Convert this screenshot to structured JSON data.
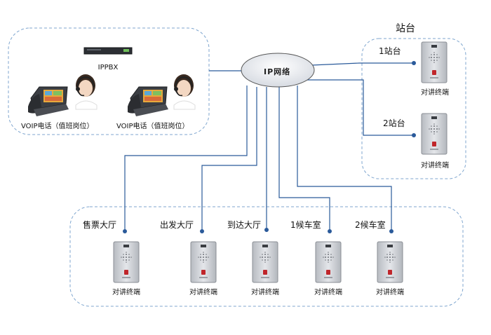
{
  "cloud": {
    "label": "IP网络"
  },
  "ippbx": {
    "label": "IPPBX"
  },
  "voip": [
    {
      "label": "VOIP电话（值班岗位）"
    },
    {
      "label": "VOIP电话（值班岗位）"
    }
  ],
  "station": {
    "title": "站台",
    "items": [
      {
        "name": "1站台",
        "caption": "对讲终端"
      },
      {
        "name": "2站台",
        "caption": "对讲终端"
      }
    ]
  },
  "halls": [
    {
      "name": "售票大厅",
      "caption": "对讲终端"
    },
    {
      "name": "出发大厅",
      "caption": "对讲终端"
    },
    {
      "name": "到达大厅",
      "caption": "对讲终端"
    },
    {
      "name": "1候车室",
      "caption": "对讲终端"
    },
    {
      "name": "2候车室",
      "caption": "对讲终端"
    }
  ],
  "colors": {
    "link": "#2a5a9a",
    "group_border": "#7fa6cf",
    "panel": "#c9ccd1",
    "button": "#c0262b"
  }
}
